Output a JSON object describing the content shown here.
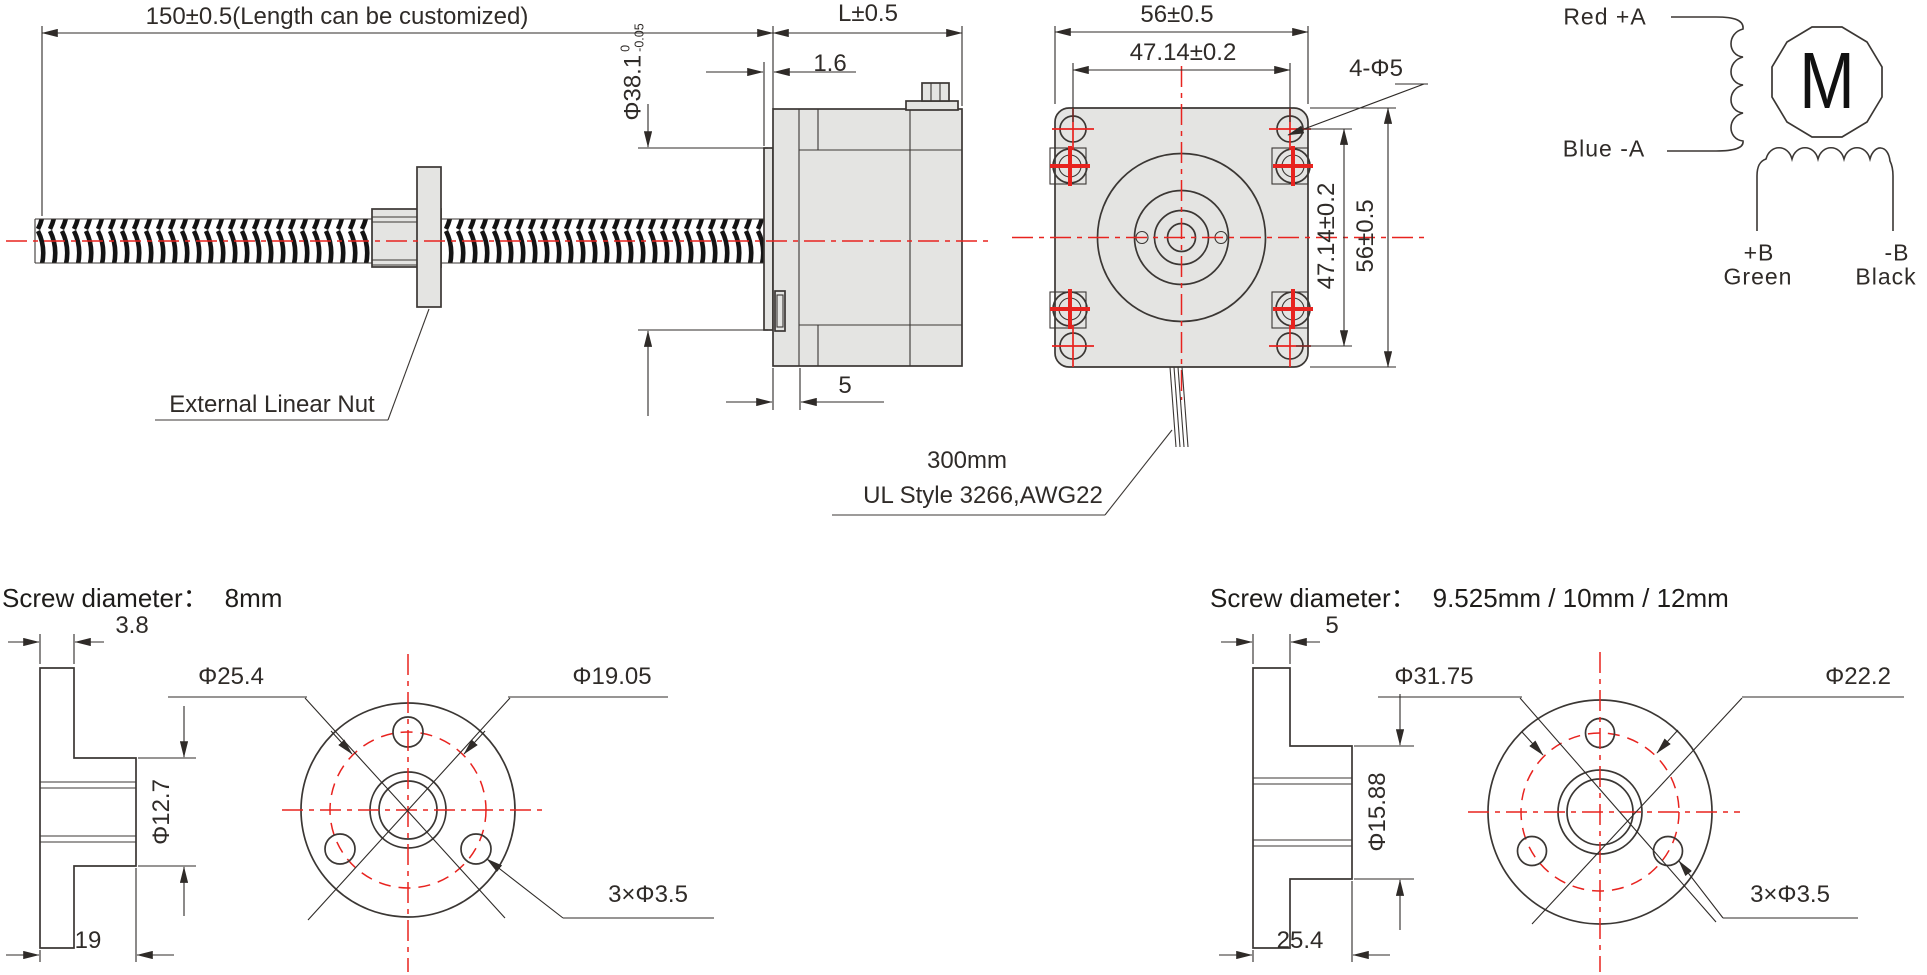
{
  "top_assembly": {
    "dim_length": "150±0.5(Length can be customized)",
    "dim_motor_length": "L±0.5",
    "dim_boss": "1.6",
    "dim_flange_dia": "Φ38.1",
    "tol_upper": "0",
    "tol_lower": "-0.05",
    "dim_front_plate": "5",
    "nut_label": "External Linear Nut"
  },
  "front_face": {
    "dim_width": "56±0.5",
    "dim_hole_pitch_h": "47.14±0.2",
    "dim_holes": "4-Φ5",
    "dim_hole_pitch_v": "47.14±0.2",
    "dim_height": "56±0.5",
    "cable_length": "300mm",
    "cable_spec": "UL Style 3266,AWG22"
  },
  "wiring_diagram": {
    "lead_a_plus": "Red +A",
    "lead_a_minus": "Blue -A",
    "motor_symbol": "M",
    "lead_b_plus": "+B",
    "lead_b_plus_color": "Green",
    "lead_b_minus": "-B",
    "lead_b_minus_color": "Black"
  },
  "nut_small": {
    "title_label": "Screw diameter：",
    "title_value": "8mm",
    "dim_flange_thickness": "3.8",
    "dim_flange_od": "Φ25.4",
    "dim_bolt_circle": "Φ19.05",
    "dim_body_od": "Φ12.7",
    "dim_total_length": "19",
    "dim_mount_holes": "3×Φ3.5"
  },
  "nut_large": {
    "title_label": "Screw diameter：",
    "title_value": "9.525mm / 10mm / 12mm",
    "dim_flange_thickness": "5",
    "dim_flange_od": "Φ31.75",
    "dim_bolt_circle": "Φ22.2",
    "dim_body_od": "Φ15.88",
    "dim_total_length": "25.4",
    "dim_mount_holes": "3×Φ3.5"
  },
  "colors": {
    "accent_red": "#e8231f",
    "line": "#3b3734",
    "fill_gray": "#e4e4e2"
  }
}
